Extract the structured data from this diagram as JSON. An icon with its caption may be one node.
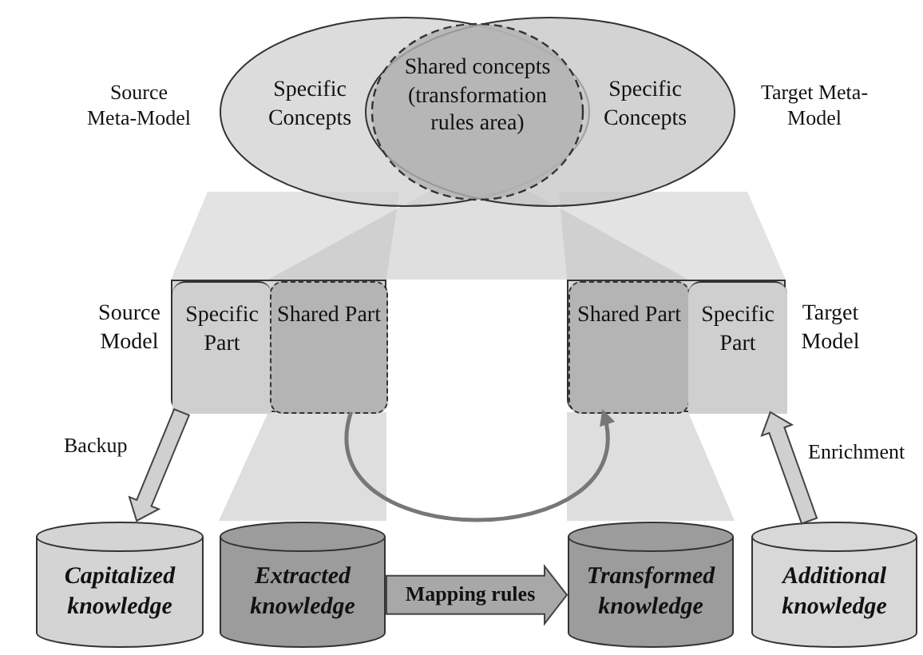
{
  "diagram": {
    "nodes": [
      {
        "text": [
          "Source Meta-Model",
          "Specific Concepts"
        ]
      },
      {
        "text": [
          "Specific Concepts",
          "Target Meta-Model"
        ]
      },
      {
        "text": [
          "Shared concepts (transformation rules area)"
        ]
      },
      {
        "text": [
          "Source Model"
        ]
      },
      {
        "text": [
          "Specific Part"
        ],
        "in": 3
      },
      {
        "text": [
          "Shared Part"
        ],
        "in": 3
      },
      {
        "text": [
          "Target Model"
        ]
      },
      {
        "text": [
          "Shared Part"
        ],
        "in": 6
      },
      {
        "text": [
          "Specific Part"
        ],
        "in": 6
      },
      {
        "text": [
          "Capitalized knowledge"
        ]
      },
      {
        "text": [
          "Extracted knowledge"
        ]
      },
      {
        "text": [
          "Transformed knowledge"
        ]
      },
      {
        "text": [
          "Additional knowledge"
        ]
      }
    ],
    "edges": [
      {
        "from": 3,
        "to": 9,
        "arrow": "to",
        "label": "Backup",
        "style": "thick"
      },
      {
        "from": 12,
        "to": 6,
        "arrow": "to",
        "label": "Enrichment",
        "style": "thick"
      },
      {
        "from": 5,
        "to": 7,
        "arrow": "to"
      },
      {
        "from": 10,
        "to": 11,
        "arrow": "to",
        "label": "Mapping rules",
        "style": "thick"
      }
    ]
  }
}
